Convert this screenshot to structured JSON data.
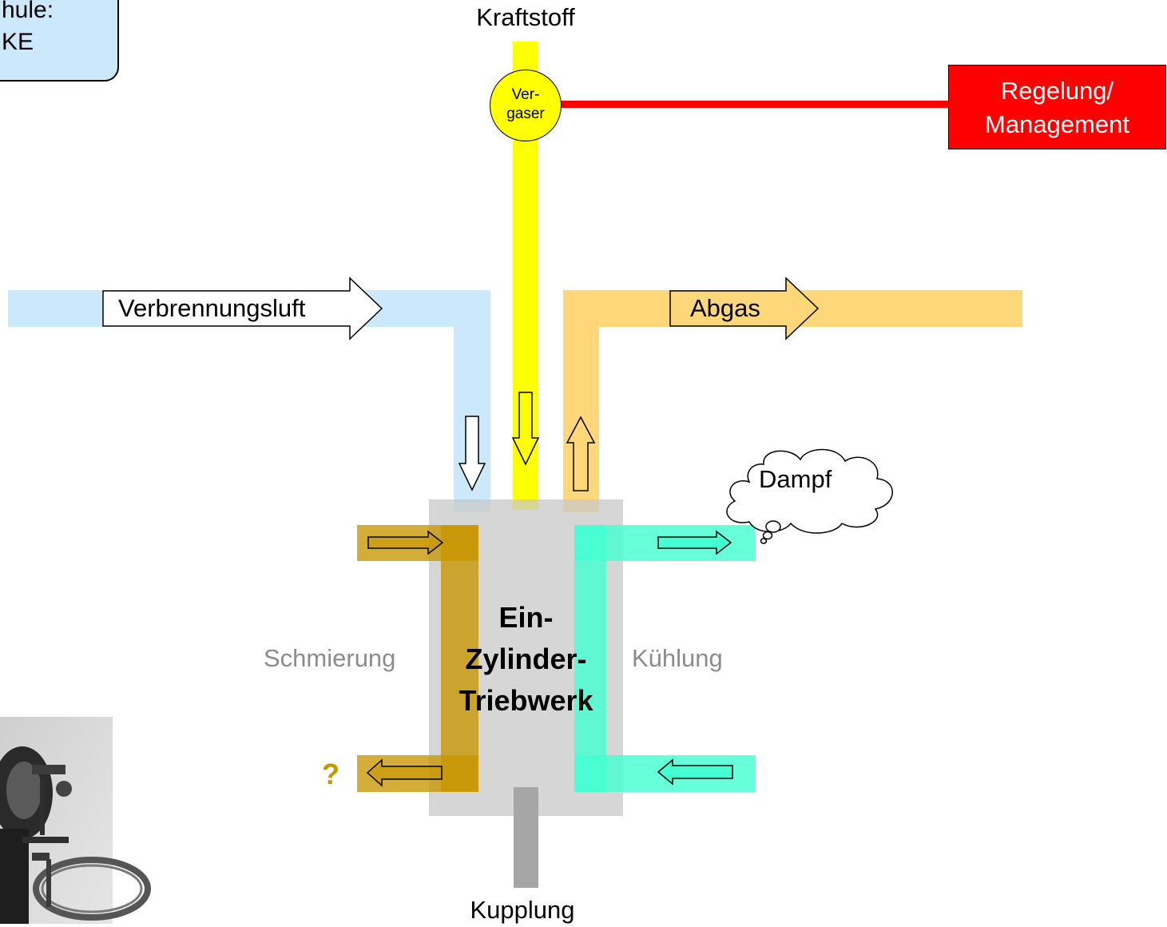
{
  "top_left_note": {
    "line1": "hule:",
    "line2": "KE"
  },
  "fuel": {
    "label": "Kraftstoff"
  },
  "carburetor": {
    "line1": "Ver-",
    "line2": "gaser"
  },
  "control": {
    "line1": "Regelung/",
    "line2": "Management"
  },
  "air": {
    "label": "Verbrennungsluft"
  },
  "exhaust": {
    "label": "Abgas"
  },
  "steam": {
    "label": "Dampf"
  },
  "engine": {
    "line1": "Ein-",
    "line2": "Zylinder-",
    "line3": "Triebwerk"
  },
  "lubrication": {
    "label": "Schmierung",
    "question": "?"
  },
  "cooling": {
    "label": "Kühlung"
  },
  "output": {
    "label": "Kupplung"
  },
  "colors": {
    "fuel": "#ffff00",
    "air": "#cce9fb",
    "exhaust": "#fdd77a",
    "control": "#ff0000",
    "lubrication": "#c89600",
    "cooling": "#44ffd2",
    "engine": "#d6d6d6",
    "shaft": "#a6a6a6"
  }
}
